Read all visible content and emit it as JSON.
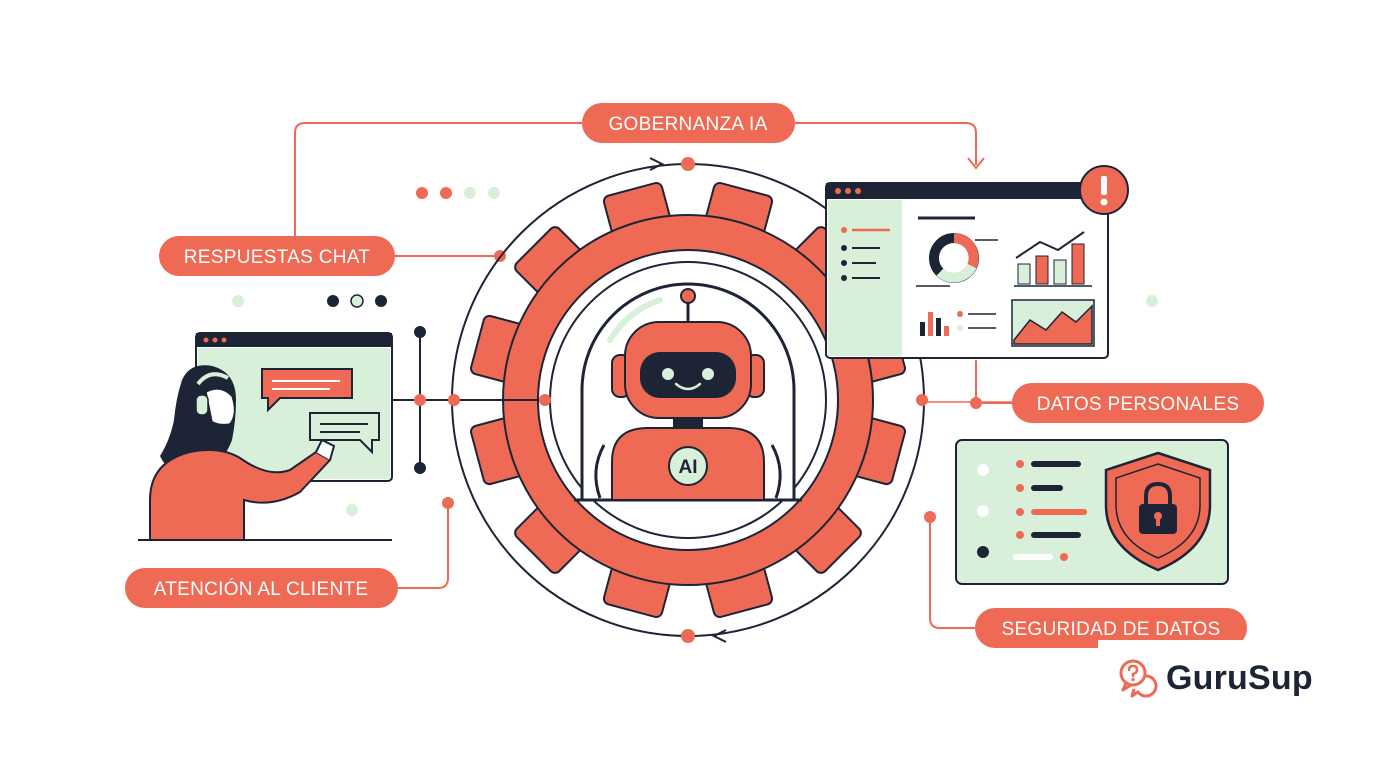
{
  "labels": {
    "governance": "GOBERNANZA IA",
    "chat_responses": "RESPUESTAS CHAT",
    "customer_service": "ATENCIÓN AL CLIENTE",
    "personal_data": "DATOS PERSONALES",
    "data_security": "SEGURIDAD DE DATOS"
  },
  "robot": {
    "badge": "AI"
  },
  "brand": {
    "name": "GuruSup",
    "icon": "question-chat-bubbles-icon"
  },
  "colors": {
    "coral": "#ef6a55",
    "navy": "#1c2436",
    "mint": "#d8efda",
    "white": "#ffffff"
  }
}
